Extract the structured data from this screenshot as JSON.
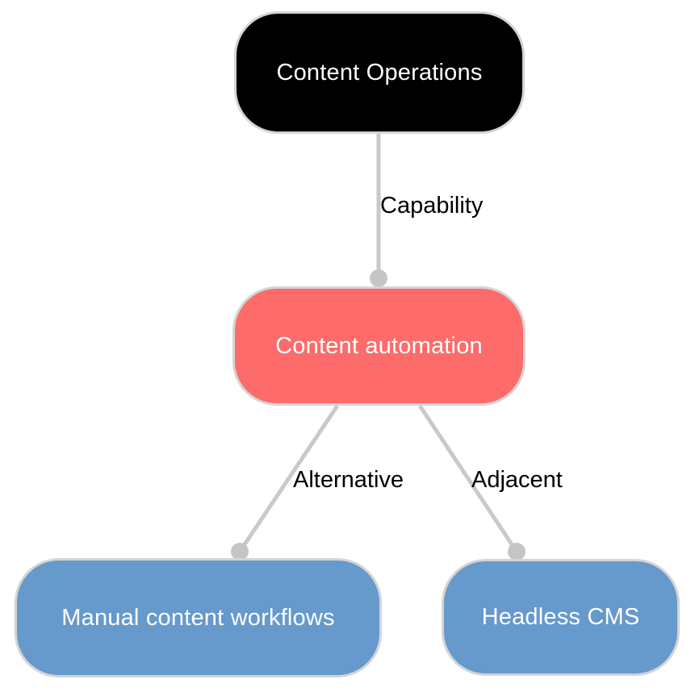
{
  "diagram": {
    "nodes": [
      {
        "id": "content-operations",
        "label": "Content Operations",
        "fill": "#000000",
        "text_color": "#ffffff"
      },
      {
        "id": "content-automation",
        "label": "Content automation",
        "fill": "#fd6b6b",
        "text_color": "#ffffff"
      },
      {
        "id": "manual-content-workflows",
        "label": "Manual content workflows",
        "fill": "#6699cc",
        "text_color": "#ffffff"
      },
      {
        "id": "headless-cms",
        "label": "Headless CMS",
        "fill": "#6699cc",
        "text_color": "#ffffff"
      }
    ],
    "edges": [
      {
        "from": "content-operations",
        "to": "content-automation",
        "label": "Capability"
      },
      {
        "from": "content-automation",
        "to": "manual-content-workflows",
        "label": "Alternative"
      },
      {
        "from": "content-automation",
        "to": "headless-cms",
        "label": "Adjacent"
      }
    ],
    "style": {
      "background": "#ffffff",
      "edge_color": "#c9c9c9",
      "connector_dot_color": "#c5c5c5",
      "node_border_color": "#d4d4d4",
      "edge_label_color": "#000000"
    }
  }
}
